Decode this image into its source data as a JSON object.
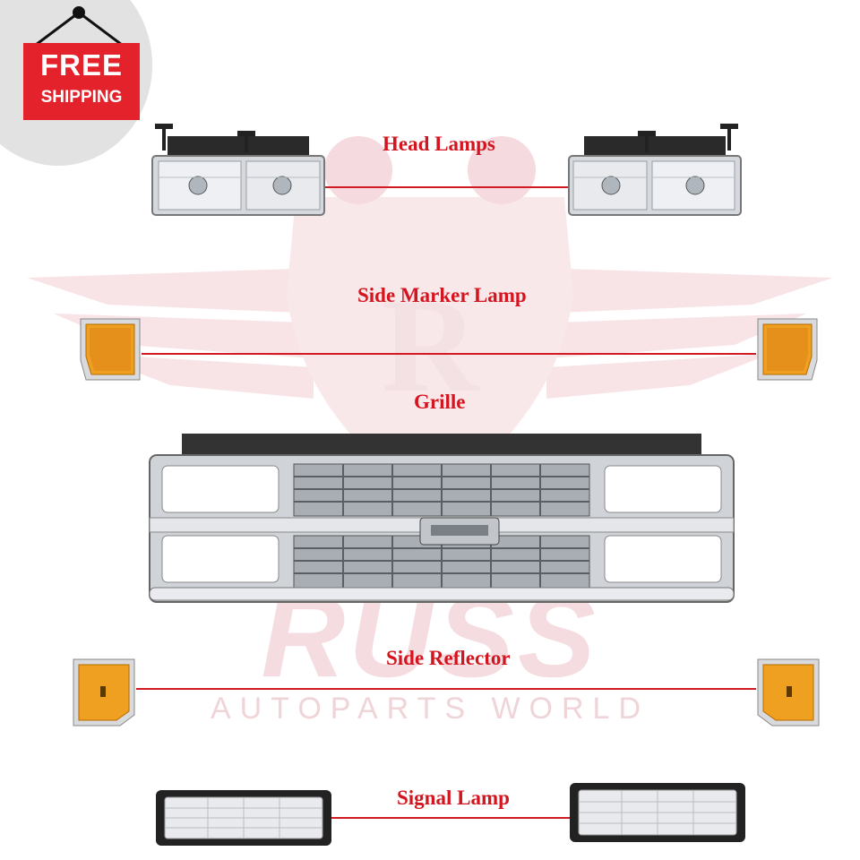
{
  "badge": {
    "line1": "FREE",
    "line2": "SHIPPING"
  },
  "watermark": {
    "letter": "R",
    "brand": "RUSS",
    "tagline": "AUTOPARTS WORLD"
  },
  "labels": {
    "head_lamps": "Head Lamps",
    "side_marker_lamp": "Side Marker Lamp",
    "grille": "Grille",
    "side_reflector": "Side Reflector",
    "signal_lamp": "Signal Lamp"
  },
  "colors": {
    "accent_red": "#d11a21",
    "badge_red": "#e3222b",
    "amber": "#f0a020",
    "chrome": "#c9ccd0"
  }
}
